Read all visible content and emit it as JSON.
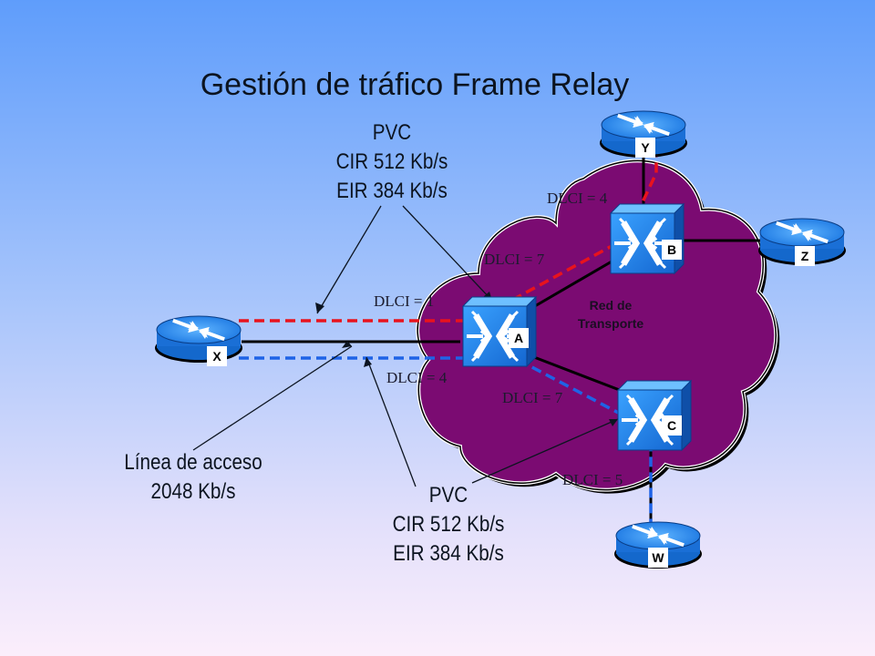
{
  "title": "Gestión de tráfico Frame Relay",
  "pvc_top": {
    "line1": "PVC",
    "line2": "CIR 512 Kb/s",
    "line3": "EIR 384 Kb/s"
  },
  "pvc_bottom": {
    "line1": "PVC",
    "line2": "CIR 512 Kb/s",
    "line3": "EIR 384 Kb/s"
  },
  "access_line": {
    "line1": "Línea de acceso",
    "line2": "2048 Kb/s"
  },
  "cloud": {
    "line1": "Red de",
    "line2": "Transporte",
    "color": "#7b0b72"
  },
  "dlci": {
    "b_to_y": "DLCI = 4",
    "b_to_a": "DLCI = 7",
    "x_red": "DLCI = 1",
    "x_blue": "DLCI = 4",
    "c_to_a": "DLCI = 7",
    "c_to_w": "DLCI = 5"
  },
  "routers": {
    "x": "X",
    "y": "Y",
    "z": "Z",
    "w": "W"
  },
  "switches": {
    "a": "A",
    "b": "B",
    "c": "C"
  },
  "colors": {
    "red_pvc": "#e8131d",
    "blue_pvc": "#1f63e6",
    "router": "#1f82e8",
    "switch": "#1e88f0"
  }
}
